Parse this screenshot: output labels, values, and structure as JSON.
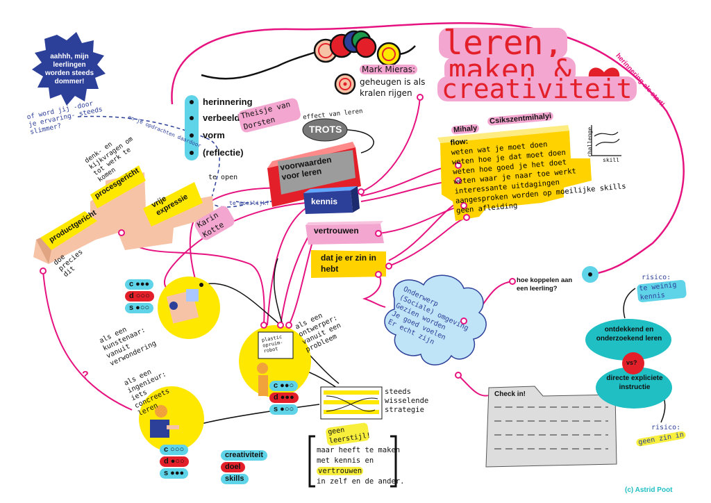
{
  "title_words": [
    "leren,",
    "maken &",
    "creativiteit"
  ],
  "starburst": {
    "text": "aahhh, mijn leerlingen worden steeds dommer!"
  },
  "question_text": "of word jij -door je ervaring- steeds slimmer?",
  "dashed_note": "en je opdrachten daardoor ...",
  "memory_list": {
    "items": [
      "herinnering",
      "verbeelding",
      "vorm",
      "(reflectie)"
    ],
    "name_tag": "Theisje van Dorsten"
  },
  "quote": {
    "author": "Mark Mieras:",
    "text": "geheugen is als kralen rijgen"
  },
  "start_label": "herinnering als start!",
  "effect_label": "effect van leren",
  "trots_label": "TROTS",
  "conditions": {
    "title": "voorwaarden voor leren",
    "kennis": "kennis",
    "vertrouwen": "vertrouwen",
    "zin": "dat je er zin in hebt"
  },
  "flow": {
    "names": [
      "Mihaly",
      "Csikszentmihalyi"
    ],
    "heading": "flow:",
    "items": [
      "weten wat je moet doen",
      "weten hoe je dat moet doen",
      "weten hoe goed je het doet",
      "weten waar je naar toe werkt",
      "interessante uitdagingen",
      "aangesproken worden op moeilijke skills",
      "geen afleiding"
    ],
    "axis_challenge": "challenge",
    "axis_skill": "skill"
  },
  "stairs": {
    "product": "productgericht",
    "process": "procesgericht",
    "free": "vrije expressie",
    "product_note": "doe precies dit",
    "process_note": "denk- en kijkvragen om tot werk te komen",
    "too_open": "te open",
    "too_hard": "te moeilijk?",
    "karin": "Karin Kotte"
  },
  "roles": {
    "artist": "als een kunstenaar: vanuit verwondering",
    "designer": "als een ontwerper: vanuit een probleem",
    "engineer": "als een ingenieur: iets concreets leren",
    "robot_label": "plastic opruim-robot"
  },
  "meters": {
    "artist": [
      "c ●●●",
      "d ○○○",
      "s ●○○"
    ],
    "designer": [
      "c ●●○",
      "d ●●●",
      "s ●○○"
    ],
    "engineer": [
      "c ○○○",
      "d ●○○",
      "s ●●●"
    ]
  },
  "strategy": "steeds wisselende strategie",
  "leerstijl": {
    "label": "geen leerstijl!",
    "bracket_lines": [
      "maar heeft te maken",
      "met kennis en",
      "vertrouwen",
      "in zelf en de ander."
    ]
  },
  "legend": [
    "creativiteit",
    "doel",
    "skills"
  ],
  "cloud_items": [
    "Onderwerp",
    "(Sociale) omgeving",
    "Gezien worden",
    "Je goed voelen",
    "Er echt zijn"
  ],
  "link_question": "hoe koppelen aan een leerling?",
  "checkin": "Check in!",
  "decision": {
    "top": "ontdekkend en onderzoekend leren",
    "vs": "vs?",
    "bottom": "directe expliciete instructie",
    "risk_label": "risico:",
    "risk_top": "te weinig kennis",
    "risk_bottom": "geen zin in"
  },
  "question_mark": "?",
  "copyright": "(c) Astrid Poot",
  "colors": {
    "magenta": "#e6127f",
    "yellow": "#ffd200",
    "cyan": "#5fd3e8",
    "red": "#e3202a",
    "peach": "#f7c3a6",
    "blue": "#2c3f99"
  }
}
